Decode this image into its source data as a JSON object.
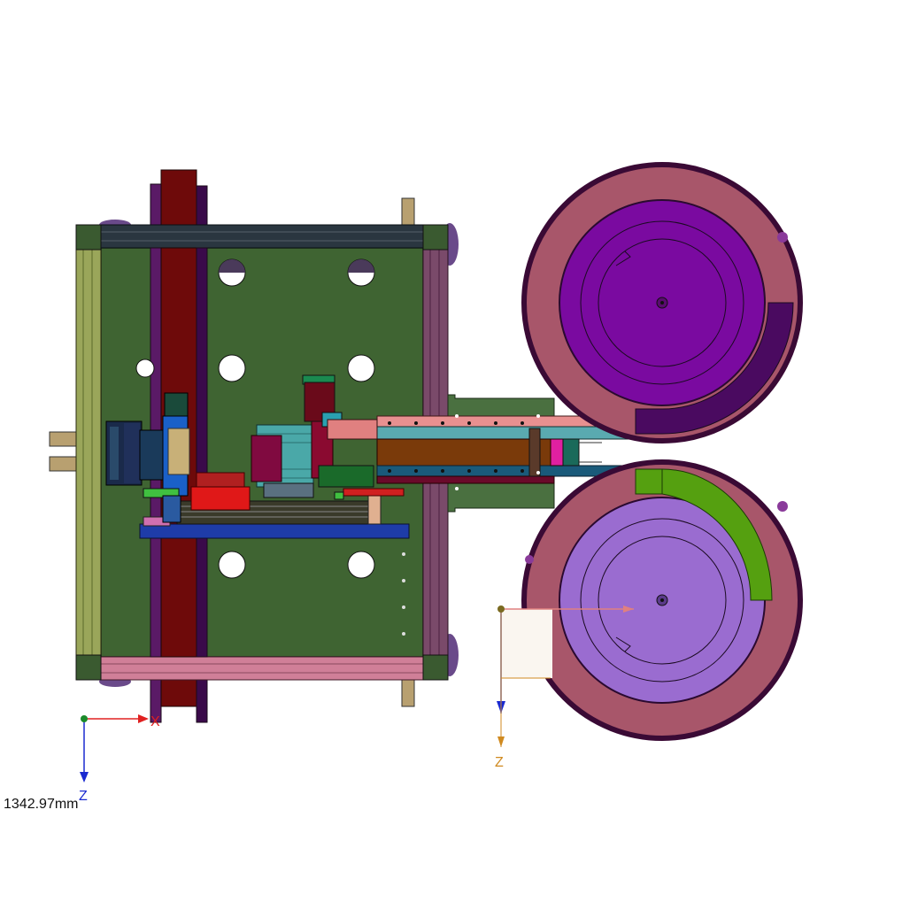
{
  "scale_readout": "1342.97mm",
  "triad_main": {
    "x_label": "X",
    "z_label": "Z"
  },
  "triad_secondary": {
    "z_label": "Z"
  },
  "colors": {
    "frame_green": "#3f6432",
    "frame_dark": "#1f2a33",
    "profile_olive": "#9aa65a",
    "profile_pink": "#d07f98",
    "profile_mauve": "#7a4a6a",
    "rail_red": "#6e0a0a",
    "rail_purple": "#5a1a66",
    "bowl_rim": "#a8566a",
    "bowl_outline": "#3a0a35",
    "bowl_top_fill": "#7a0aa0",
    "bowl_bottom_fill": "#9a6cd0",
    "track_green": "#55a010",
    "track_purple": "#4a0a60",
    "table_blue": "#1e3ca8",
    "axis_red": "#e02020",
    "axis_blue": "#1a2ad0",
    "axis_orange": "#d08a20"
  }
}
